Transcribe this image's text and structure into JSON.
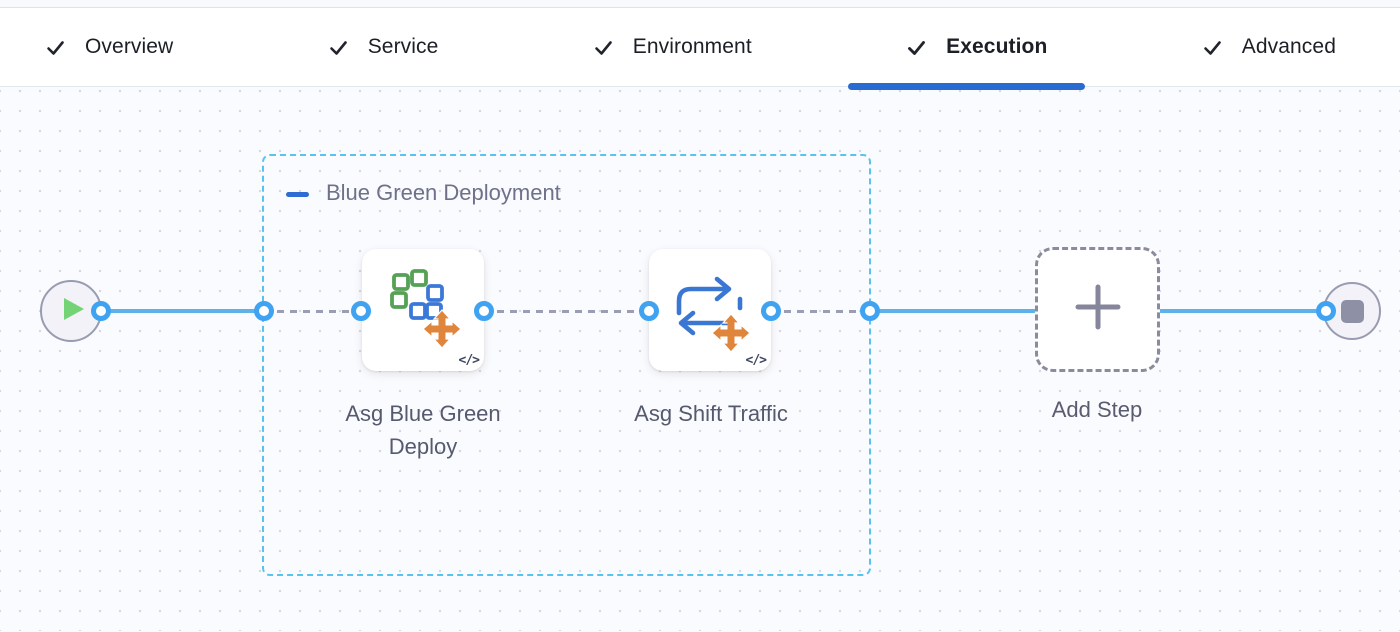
{
  "tabs": {
    "items": [
      {
        "label": "Overview",
        "active": false
      },
      {
        "label": "Service",
        "active": false
      },
      {
        "label": "Environment",
        "active": false
      },
      {
        "label": "Execution",
        "active": true
      },
      {
        "label": "Advanced",
        "active": false
      }
    ]
  },
  "pipeline": {
    "group": {
      "label": "Blue Green Deployment"
    },
    "steps": [
      {
        "label": "Asg Blue Green Deploy",
        "icon": "asg-blue-green-deploy-icon",
        "code_glyph": "</>"
      },
      {
        "label": "Asg Shift Traffic",
        "icon": "asg-shift-traffic-icon",
        "code_glyph": "</>"
      }
    ],
    "add_step": {
      "label": "Add Step"
    }
  },
  "icons": {
    "tab_check": "check-icon",
    "start_node": "play-icon",
    "end_node": "stop-icon",
    "group_collapse": "minus-icon",
    "add_step": "plus-icon",
    "step_code": "code-icon",
    "step_move": "move-arrows-icon"
  },
  "colors": {
    "active_tab_underline": "#2a6bd2",
    "group_border": "#58c3ee",
    "connector_solid": "#5fb2e9",
    "connector_dashed": "#9b9db2",
    "port_ring": "#3fa3f2",
    "play_icon": "#74d374",
    "stop_icon": "#8e90a6",
    "icon_green": "#55a155",
    "icon_blue": "#3c78d8",
    "icon_orange": "#e0863c"
  }
}
